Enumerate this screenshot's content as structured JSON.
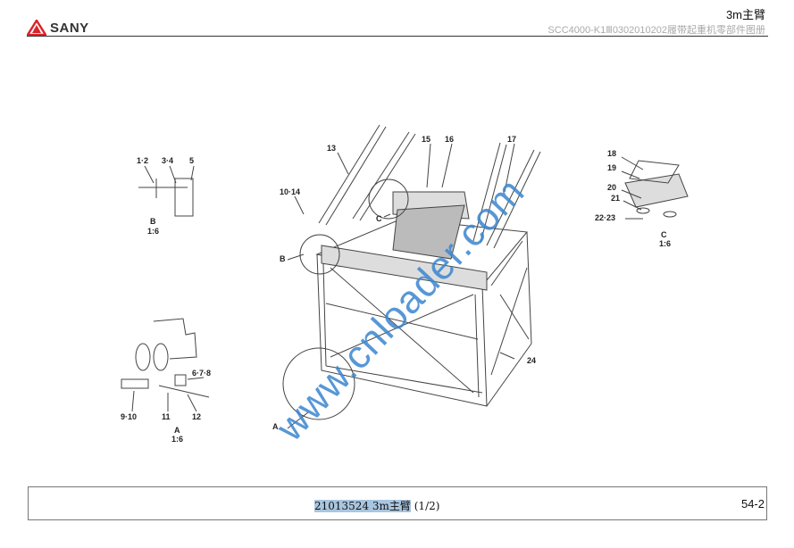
{
  "header": {
    "brand": "SANY",
    "title": "3m主臂",
    "subtitle": "SCC4000-K1Ⅲ0302010202履带起重机零部件图册"
  },
  "callouts": {
    "b_detail": [
      "1·2",
      "3·4",
      "5",
      "B",
      "1:6"
    ],
    "main": [
      "10·14",
      "13",
      "15",
      "16",
      "17",
      "C",
      "B",
      "24",
      "A"
    ],
    "c_detail": [
      "18",
      "19",
      "20",
      "21",
      "22·23",
      "C",
      "1:6"
    ],
    "a_detail": [
      "6·7·8",
      "9·10",
      "11",
      "12",
      "A",
      "1:6"
    ]
  },
  "watermark": "www.cnloader.com",
  "footer": {
    "part_number": "21013524",
    "part_name": "3m主臂",
    "sheet": "(1/2)",
    "page": "54-2"
  },
  "colors": {
    "brand_red": "#d9242b",
    "watermark": "#3a86d0",
    "highlight": "#a9c6e0"
  }
}
